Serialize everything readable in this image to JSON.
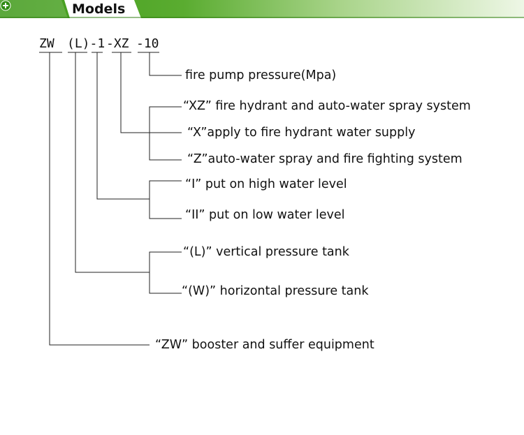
{
  "header": {
    "title": "Models",
    "icon": "plus-circle-icon",
    "colors": {
      "band_dark": "#3f9a1a",
      "band_light": "#e6f3d6",
      "plus_green": "#2f8a12"
    }
  },
  "model_code": {
    "parts": [
      "ZW",
      "(L)-1",
      "-XZ",
      "-10"
    ]
  },
  "descriptions": {
    "pressure": "fire pump pressure(Mpa)",
    "xz": "“XZ” fire hydrant and auto-water spray system",
    "x": "“X”apply to fire hydrant water supply",
    "z": "“Z”auto-water spray and fire fighting system",
    "level_i": "“I” put on high water level",
    "level_ii": "“II” put on low water level",
    "tank_l": "“(L)” vertical pressure tank",
    "tank_w": "“(W)” horizontal pressure tank",
    "zw": "“ZW” booster and suffer equipment"
  }
}
